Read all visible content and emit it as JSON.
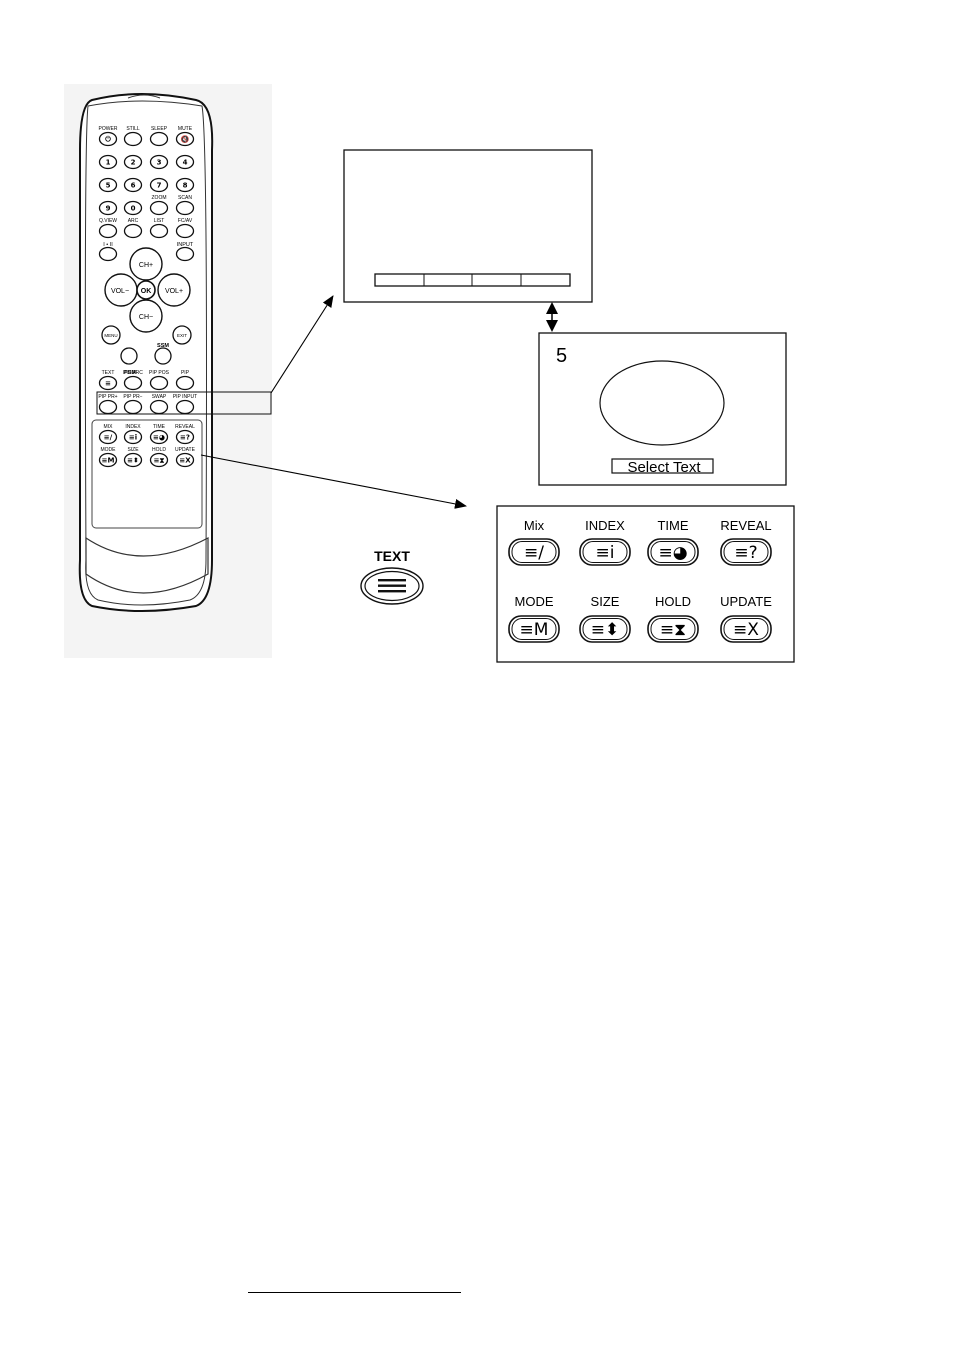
{
  "remote": {
    "rows": [
      [
        {
          "key": "power",
          "label": "POWER",
          "face": "⏻",
          "fill": "dark"
        },
        {
          "key": "still",
          "label": "STILL",
          "face": ""
        },
        {
          "key": "sleep",
          "label": "SLEEP",
          "face": ""
        },
        {
          "key": "mute",
          "label": "MUTE",
          "face": "🔇",
          "fill": "dark"
        }
      ],
      [
        {
          "key": "n1",
          "label": "",
          "face": "1"
        },
        {
          "key": "n2",
          "label": "",
          "face": "2"
        },
        {
          "key": "n3",
          "label": "",
          "face": "3"
        },
        {
          "key": "n4",
          "label": "",
          "face": "4"
        }
      ],
      [
        {
          "key": "n5",
          "label": "",
          "face": "5"
        },
        {
          "key": "n6",
          "label": "",
          "face": "6"
        },
        {
          "key": "n7",
          "label": "",
          "face": "7"
        },
        {
          "key": "n8",
          "label": "",
          "face": "8"
        }
      ],
      [
        {
          "key": "n9",
          "label": "",
          "face": "9"
        },
        {
          "key": "n0",
          "label": "",
          "face": "0"
        },
        {
          "key": "zoom",
          "label": "ZOOM",
          "face": ""
        },
        {
          "key": "scan",
          "label": "SCAN",
          "face": ""
        }
      ],
      [
        {
          "key": "qview",
          "label": "Q.VIEW",
          "face": ""
        },
        {
          "key": "arc",
          "label": "ARC",
          "face": ""
        },
        {
          "key": "list",
          "label": "LIST",
          "face": ""
        },
        {
          "key": "fcav",
          "label": "FC/AV",
          "face": ""
        }
      ]
    ],
    "dual_label": "I • II",
    "input_label": "INPUT",
    "ch_up": "CH+",
    "ch_down": "CH−",
    "vol_minus": "VOL−",
    "vol_plus": "VOL+",
    "ok": "OK",
    "menu": "MENU",
    "exit": "EXIT",
    "psm": "PSM",
    "ssm": "SSM",
    "text_row": [
      {
        "key": "text",
        "label": "TEXT",
        "face": "≡"
      },
      {
        "key": "pip_arc",
        "label": "PIP ARC",
        "face": ""
      },
      {
        "key": "pip_pos",
        "label": "PIP POS",
        "face": ""
      },
      {
        "key": "pip",
        "label": "PIP",
        "face": ""
      }
    ],
    "pip_row": [
      {
        "key": "pip_pr_plus",
        "label": "PIP PR+",
        "face": ""
      },
      {
        "key": "pip_pr_minus",
        "label": "PIP PR−",
        "face": ""
      },
      {
        "key": "swap",
        "label": "SWAP",
        "face": ""
      },
      {
        "key": "pip_input",
        "label": "PIP INPUT",
        "face": ""
      }
    ],
    "tele_row1": [
      {
        "key": "mix",
        "label": "MIX",
        "face": "≡/"
      },
      {
        "key": "index",
        "label": "INDEX",
        "face": "≡i"
      },
      {
        "key": "time",
        "label": "TIME",
        "face": "≡◕"
      },
      {
        "key": "reveal",
        "label": "REVEAL",
        "face": "≡?"
      }
    ],
    "tele_row2": [
      {
        "key": "mode",
        "label": "MODE",
        "face": "≡M"
      },
      {
        "key": "size",
        "label": "SIZE",
        "face": "≡⬍"
      },
      {
        "key": "hold",
        "label": "HOLD",
        "face": "≡⧗"
      },
      {
        "key": "update",
        "label": "UPDATE",
        "face": "≡X"
      }
    ]
  },
  "select_screen": {
    "number": "5",
    "caption": "Select Text"
  },
  "text_button": {
    "label": "TEXT",
    "icon": "menu-lines-icon"
  },
  "teletext_panel": {
    "row1": [
      {
        "label": "Mix",
        "glyph": "≡/",
        "icon": "mix-icon"
      },
      {
        "label": "INDEX",
        "glyph": "≡i",
        "icon": "index-icon"
      },
      {
        "label": "TIME",
        "glyph": "≡◕",
        "icon": "time-icon"
      },
      {
        "label": "REVEAL",
        "glyph": "≡?",
        "icon": "reveal-icon"
      }
    ],
    "row2": [
      {
        "label": "MODE",
        "glyph": "≡M",
        "icon": "mode-icon"
      },
      {
        "label": "SIZE",
        "glyph": "≡⬍",
        "icon": "size-icon"
      },
      {
        "label": "HOLD",
        "glyph": "≡⧗",
        "icon": "hold-icon"
      },
      {
        "label": "UPDATE",
        "glyph": "≡X",
        "icon": "update-icon"
      }
    ]
  }
}
